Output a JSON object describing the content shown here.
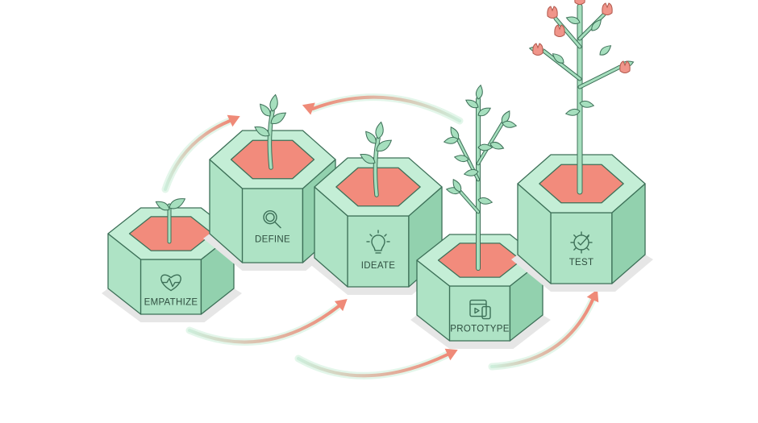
{
  "stages": [
    {
      "label": "EMPATHIZE",
      "icon": "heart-pulse-icon",
      "plant": "sprout"
    },
    {
      "label": "DEFINE",
      "icon": "magnifier-icon",
      "plant": "seedling"
    },
    {
      "label": "IDEATE",
      "icon": "lightbulb-icon",
      "plant": "seedling"
    },
    {
      "label": "PROTOTYPE",
      "icon": "browser-window-icon",
      "plant": "sapling"
    },
    {
      "label": "TEST",
      "icon": "gear-check-icon",
      "plant": "flowering-tree"
    }
  ],
  "colors": {
    "pot_top": "#c4eed6",
    "pot_front": "#aee3c5",
    "pot_side": "#92d1ae",
    "outline": "#3d7058",
    "soil": "#f28b7c",
    "arrow_start": "#bfe8cf",
    "arrow_end": "#ef8a78",
    "flower": "#f0958a"
  }
}
